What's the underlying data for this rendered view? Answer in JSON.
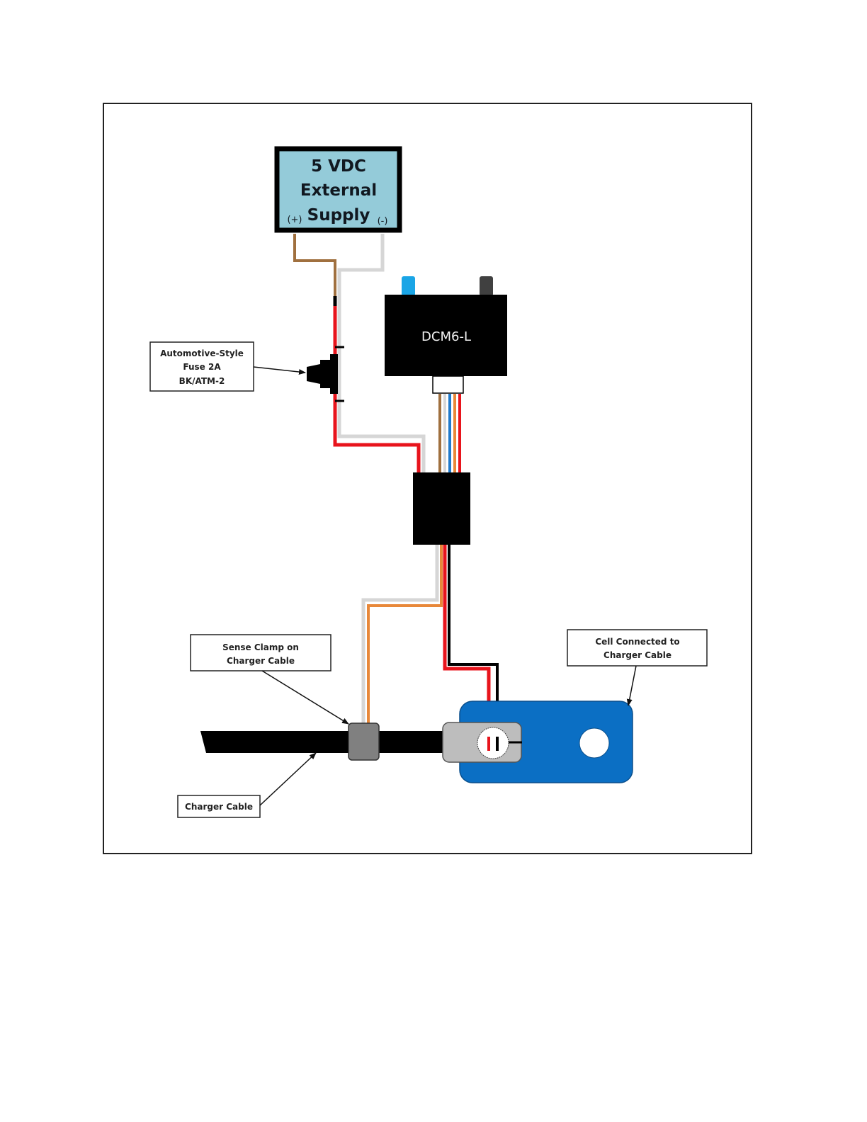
{
  "diagram": {
    "title": "DCM6-L wiring with 5 VDC external supply",
    "colors": {
      "supply_fill": "#94cbd9",
      "cell_blue": "#0b6fc4",
      "wire_brown": "#a0703f",
      "wire_grey": "#d6d6d6",
      "wire_red": "#e8141c",
      "wire_blue": "#1f7acc",
      "wire_orange": "#e8883a",
      "wire_black": "#000000",
      "led_blue": "#1aa5e6",
      "led_dark": "#404040",
      "clamp_grey": "#808080",
      "lug_grey": "#bdbdbd"
    },
    "supply": {
      "lines": [
        "5 VDC",
        "External",
        "Supply"
      ],
      "plus_terminal": "(+)",
      "minus_terminal": "(-)"
    },
    "controller": {
      "label": "DCM6-L"
    },
    "callouts": {
      "fuse": {
        "lines": [
          "Automotive-Style",
          "Fuse 2A",
          "BK/ATM-2"
        ]
      },
      "sense_clamp": {
        "lines": [
          "Sense Clamp on",
          "Charger Cable"
        ]
      },
      "cell": {
        "lines": [
          "Cell Connected to",
          "Charger Cable"
        ]
      },
      "charger_cable": {
        "lines": [
          "Charger Cable"
        ]
      }
    }
  }
}
